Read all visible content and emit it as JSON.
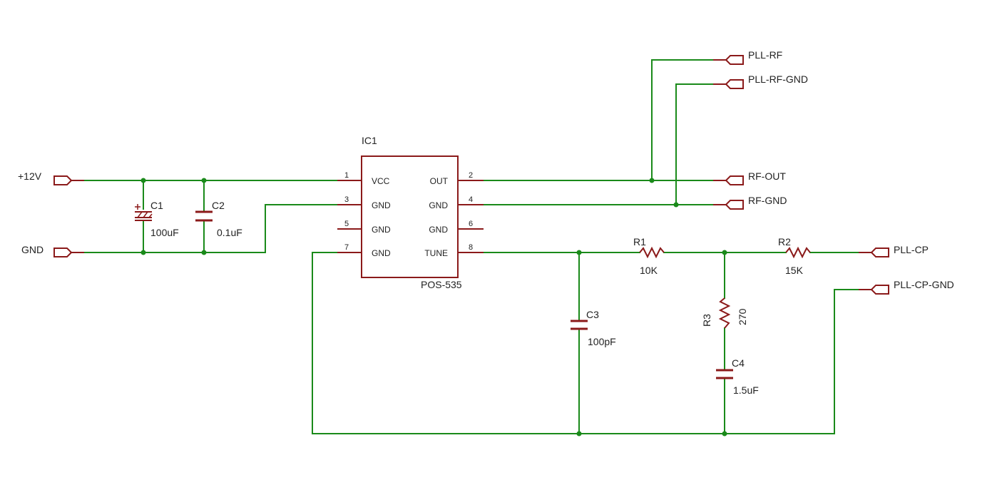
{
  "ic": {
    "ref": "IC1",
    "value": "POS-535",
    "pins_left": [
      {
        "num": "1",
        "name": "VCC"
      },
      {
        "num": "3",
        "name": "GND"
      },
      {
        "num": "5",
        "name": "GND"
      },
      {
        "num": "7",
        "name": "GND"
      }
    ],
    "pins_right": [
      {
        "num": "2",
        "name": "OUT"
      },
      {
        "num": "4",
        "name": "GND"
      },
      {
        "num": "6",
        "name": "GND"
      },
      {
        "num": "8",
        "name": "TUNE"
      }
    ]
  },
  "ports": {
    "p12v": "+12V",
    "gnd": "GND",
    "pll_rf": "PLL-RF",
    "pll_rf_gnd": "PLL-RF-GND",
    "rf_out": "RF-OUT",
    "rf_gnd": "RF-GND",
    "pll_cp": "PLL-CP",
    "pll_cp_gnd": "PLL-CP-GND"
  },
  "components": {
    "c1": {
      "ref": "C1",
      "value": "100uF"
    },
    "c2": {
      "ref": "C2",
      "value": "0.1uF"
    },
    "c3": {
      "ref": "C3",
      "value": "100pF"
    },
    "c4": {
      "ref": "C4",
      "value": "1.5uF"
    },
    "r1": {
      "ref": "R1",
      "value": "10K"
    },
    "r2": {
      "ref": "R2",
      "value": "15K"
    },
    "r3": {
      "ref": "R3",
      "value": "270"
    }
  },
  "colors": {
    "wire": "#1a8a1a",
    "part": "#8b1a1a",
    "text": "#222222"
  }
}
